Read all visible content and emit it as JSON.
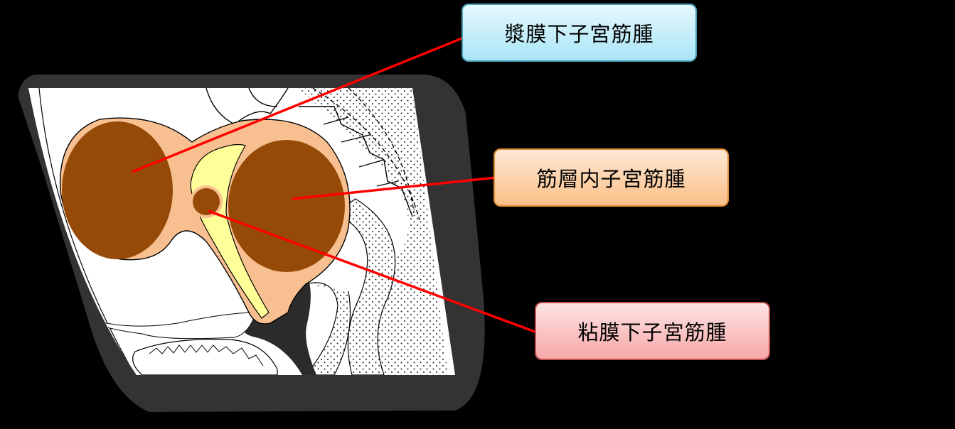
{
  "diagram": {
    "subject": "uterine fibroid types (sagittal pelvic section)",
    "colors": {
      "background": "#000000",
      "frame": "#333333",
      "uterus_wall": "#f8c090",
      "fibroid": "#964a08",
      "endometrium": "#ffff99",
      "leader_line": "#ff0000",
      "tissue_white": "#ffffff"
    },
    "labels": [
      {
        "id": "subserosal",
        "text": "漿膜下子宮筋腫",
        "fill": "#a9e5f7",
        "border": "#4b9fb6",
        "target": [
          186,
          242
        ]
      },
      {
        "id": "intramural",
        "text": "筋層内子宮筋腫",
        "fill": "#fbbf88",
        "border": "#e38f38",
        "target": [
          411,
          280
        ]
      },
      {
        "id": "submucosal",
        "text": "粘膜下子宮筋腫",
        "fill": "#f7a8a8",
        "border": "#c0504d",
        "target": [
          293,
          297
        ]
      }
    ]
  }
}
